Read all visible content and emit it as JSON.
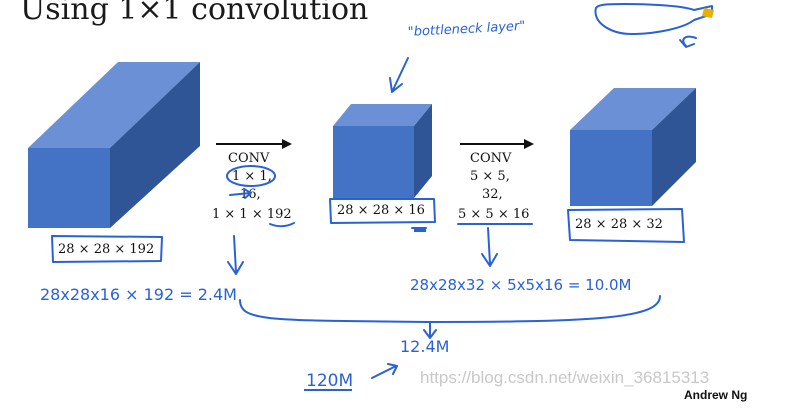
{
  "slide": {
    "title": "Using 1×1 convolution",
    "credit": "Andrew Ng",
    "watermark": "https://blog.csdn.net/weixin_36815313"
  },
  "volumes": [
    {
      "label": "28 × 28 × 192"
    },
    {
      "label": "28 × 28 × 16"
    },
    {
      "label": "28 × 28 × 32"
    }
  ],
  "conv1": {
    "name": "CONV",
    "filter": "1 × 1,",
    "count": "16,",
    "shape": "1 × 1 × 192"
  },
  "conv2": {
    "name": "CONV",
    "filter": "5 × 5,",
    "count": "32,",
    "shape": "5 × 5 × 16"
  },
  "annotations": {
    "bottleneck": "\"bottleneck layer\"",
    "cost1": "28x28x16 × 192 = 2.4M",
    "cost2": "28x28x32 × 5x5x16 = 10.0M",
    "total": "12.4M",
    "compare": "120M"
  },
  "colors": {
    "cube_front": "#4472c4",
    "cube_top": "#6b90d6",
    "cube_side": "#2f5597",
    "ink": "#2a62d6"
  }
}
